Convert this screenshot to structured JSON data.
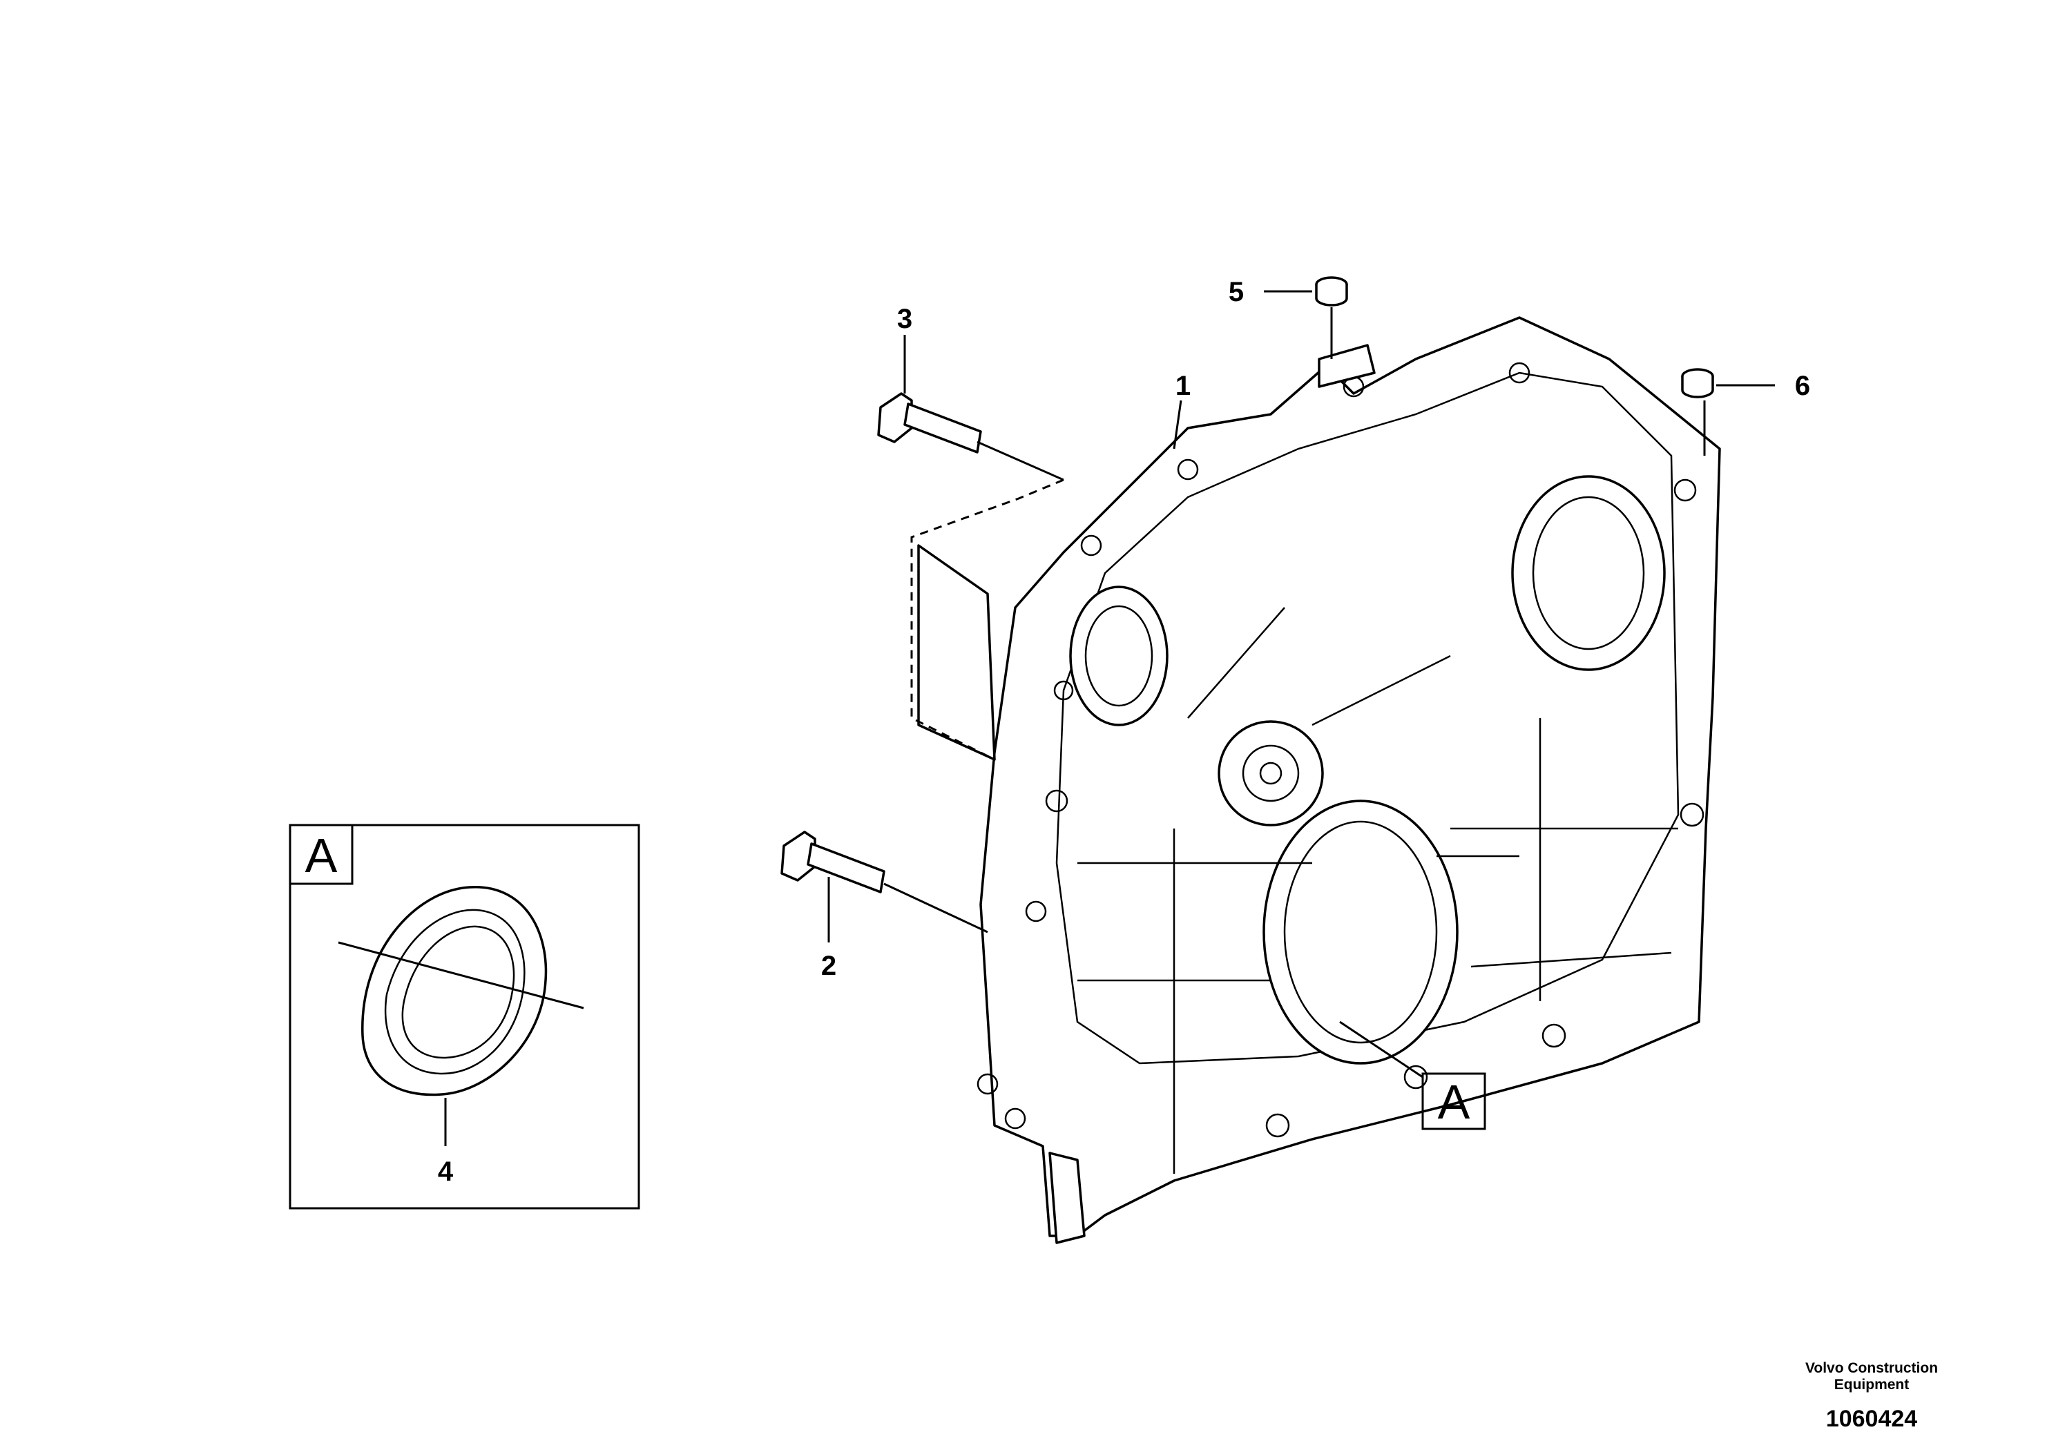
{
  "callouts": {
    "c1": "1",
    "c2": "2",
    "c3": "3",
    "c4": "4",
    "c5": "5",
    "c6": "6"
  },
  "detail_flag": "A",
  "footer": {
    "brand_line1": "Volvo Construction",
    "brand_line2": "Equipment",
    "drawing_number": "1060424"
  }
}
